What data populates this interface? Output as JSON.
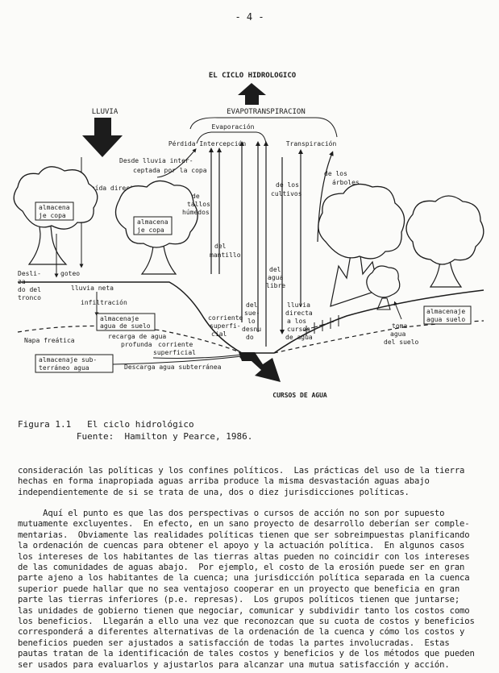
{
  "page_number": "- 4 -",
  "figure": {
    "title": "EL CICLO HIDROLOGICO",
    "labels": {
      "lluvia": "LLUVIA",
      "evapotranspiracion": "EVAPOTRANSPIRACION",
      "evaporacion": "Evaporación",
      "perdida_intercepcion": "Pérdida Intercepción",
      "transpiracion": "Transpiración",
      "desde_lluvia_1": "Desde lluvia inter-",
      "desde_lluvia_2": "ceptada por la copa",
      "caida_directa": "caída directa",
      "de_tallos_1": "de",
      "de_tallos_2": "tallos",
      "de_tallos_3": "húmedos",
      "del_mantillo_1": "del",
      "del_mantillo_2": "mantillo",
      "de_los_cultivos_1": "de los",
      "de_los_cultivos_2": "cultivos",
      "de_los_arboles_1": "de los",
      "de_los_arboles_2": "árboles",
      "almacenaje_copa_1a": "almacena",
      "almacenaje_copa_1b": "je copa",
      "almacenaje_copa_2a": "almacena",
      "almacenaje_copa_2b": "je copa",
      "goteo": "goteo",
      "deslizado_1": "Desli-",
      "deslizado_2": "za-",
      "deslizado_3": "do del",
      "deslizado_4": "tronco",
      "lluvia_neta": "lluvia neta",
      "infiltracion": "infiltración",
      "almacenaje_suelo_1": "almacenaje",
      "almacenaje_suelo_2": "agua de suelo",
      "napa_freatica": "Napa freática",
      "recarga_1": "recarga de agua",
      "recarga_2": "profunda",
      "corriente_superficial_1": "corriente",
      "corriente_superficial_2": "superficial",
      "almacenaje_sub_1": "almacenaje sub-",
      "almacenaje_sub_2": "terráneo agua",
      "descarga": "Descarga agua subterránea",
      "corriente_superfi_1": "corriente",
      "corriente_superfi_2": "superfi-",
      "corriente_superfi_3": "cial",
      "del_suelo_desnudo_1": "del",
      "del_suelo_desnudo_2": "sue-",
      "del_suelo_desnudo_3": "lo",
      "del_suelo_desnudo_4": "desnu",
      "del_suelo_desnudo_5": "do",
      "del_agua_libre_1": "del",
      "del_agua_libre_2": "agua",
      "del_agua_libre_3": "libre",
      "lluvia_directa_1": "lluvia",
      "lluvia_directa_2": "directa",
      "lluvia_directa_3": "a los",
      "lluvia_directa_4": "cursos",
      "lluvia_directa_5": "de agua",
      "almacenaje_agua_suelo_r1": "almacenaje",
      "almacenaje_agua_suelo_r2": "agua suelo",
      "toma_agua_1": "toma",
      "toma_agua_2": "agua",
      "toma_agua_3": "del suelo",
      "cursos_de_agua": "CURSOS DE AGUA"
    }
  },
  "caption": {
    "figura_label": "Figura 1.1",
    "figura_text": "El ciclo hidrológico",
    "fuente_label": "Fuente:",
    "fuente_text": "Hamilton y Pearce, 1986."
  },
  "paragraphs": {
    "p1": "consideración las políticas y los confines políticos.  Las prácticas del uso de la tierra\nhechas en forma inapropiada aguas arriba produce la misma desvastación aguas abajo\nindependientemente de si se trata de una, dos o diez jurisdicciones políticas.",
    "p2": "     Aquí el punto es que las dos perspectivas o cursos de acción no son por supuesto\nmutuamente excluyentes.  En efecto, en un sano proyecto de desarrollo deberían ser comple-\nmentarias.  Obviamente las realidades políticas tienen que ser sobreimpuestas planificando\nla ordenación de cuencas para obtener el apoyo y la actuación política.  En algunos casos\nlos intereses de los habitantes de las tierras altas pueden no coincidir con los intereses\nde las comunidades de aguas abajo.  Por ejemplo, el costo de la erosión puede ser en gran\nparte ajeno a los habitantes de la cuenca; una jurisdicción política separada en la cuenca\nsuperior puede hallar que no sea ventajoso cooperar en un proyecto que beneficia en gran\nparte las tierras inferiores (p.e. represas).  Los grupos políticos tienen que juntarse;\nlas unidades de gobierno tienen que negociar, comunicar y subdividir tanto los costos como\nlos beneficios.  Llegarán a ello una vez que reconozcan que su cuota de costos y beneficios\ncorresponderá a diferentes alternativas de la ordenación de la cuenca y cómo los costos y\nbeneficios pueden ser ajustados a satisfacción de todas la partes involucradas.  Estas\npautas tratan de la identificación de tales costos y beneficios y de los métodos que pueden\nser usados para evaluarlos y ajustarlos para alcanzar una mutua satisfacción y acción."
  }
}
